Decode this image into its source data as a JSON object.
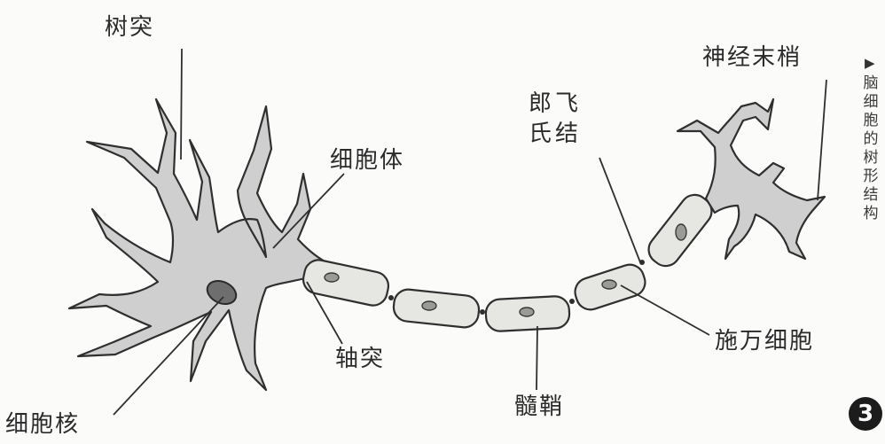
{
  "labels": {
    "dendrite": "树突",
    "soma": "细胞体",
    "nucleus": "细胞核",
    "axon": "轴突",
    "myelin": "髓鞘",
    "ranvier_line1": "郎飞",
    "ranvier_line2": "氏结",
    "schwann": "施万细胞",
    "terminal": "神经末梢"
  },
  "caption": "脑细胞的树形结构",
  "figure_number": "3",
  "colors": {
    "cell_fill": "#cfcfcf",
    "cell_stroke": "#2f2f2f",
    "sheath_fill": "#e6e6e2",
    "nucleus_fill": "#6e6e6e",
    "sheath_nucleus_fill": "#9a9a96"
  }
}
